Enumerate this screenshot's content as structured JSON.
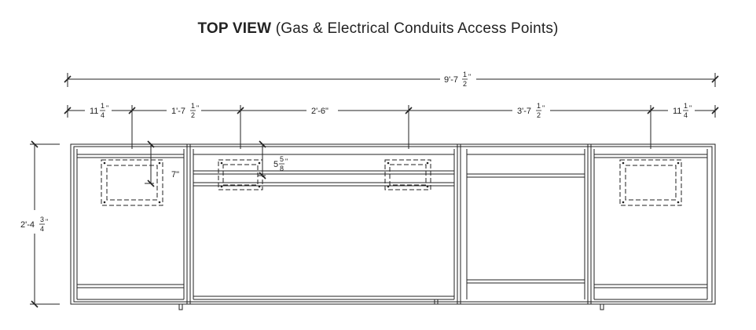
{
  "title": {
    "bold": "TOP VIEW",
    "rest": " (Gas & Electrical Conduits Access Points)"
  },
  "dimensions": {
    "overall_width": "9'-7 1/2\"",
    "segment_1": "11 1/4\"",
    "segment_2": "1'-7 1/2\"",
    "segment_3": "2'-6\"",
    "segment_4": "3'-7 1/2\"",
    "segment_5": "11 1/4\"",
    "depth": "2'-4 3/4\"",
    "access_offset_1": "7\"",
    "access_offset_2": "5 5/8\""
  },
  "labels": {
    "overall_width": {
      "whole": "9'-7",
      "num": "1",
      "den": "2",
      "suffix": "\""
    },
    "seg1": {
      "whole": "11",
      "num": "1",
      "den": "4",
      "suffix": "\""
    },
    "seg2": {
      "whole": "1'-7",
      "num": "1",
      "den": "2",
      "suffix": "\""
    },
    "seg3": {
      "whole": "2'-6\""
    },
    "seg4": {
      "whole": "3'-7",
      "num": "1",
      "den": "2",
      "suffix": "\""
    },
    "seg5": {
      "whole": "11",
      "num": "1",
      "den": "4",
      "suffix": "\""
    },
    "depth": {
      "whole": "2'-4",
      "num": "3",
      "den": "4",
      "suffix": "\""
    },
    "offset7": {
      "whole": "7\""
    },
    "offset558": {
      "whole": "5",
      "num": "5",
      "den": "8",
      "suffix": "\""
    }
  },
  "colors": {
    "line": "#222222",
    "background": "#ffffff"
  }
}
